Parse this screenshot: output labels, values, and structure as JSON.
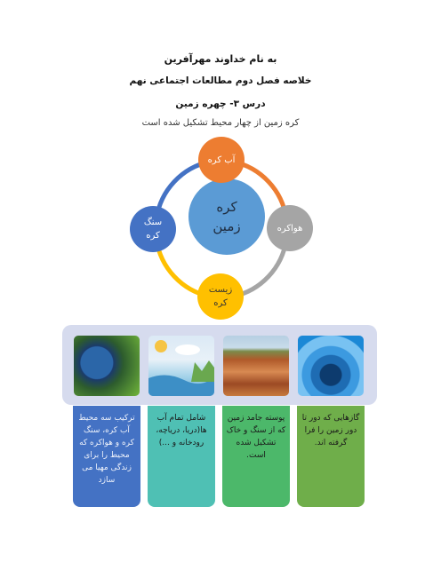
{
  "header": {
    "line1": "به نام خداوند مهرآفرین",
    "line2": "خلاصه فصل دوم مطالعات اجتماعی نهم",
    "line3": "درس ۳- چهره زمین",
    "line4": "کره زمین از چهار محیط تشکیل شده است"
  },
  "cycle": {
    "center": "کره زمین",
    "top": "آب کره",
    "right": "هواکره",
    "bottom": "زیست کره",
    "left": "سنگ کره",
    "colors": {
      "top": "#ed7d31",
      "right": "#a5a5a5",
      "bottom": "#ffc000",
      "left": "#4472c4",
      "center": "#5b9bd5"
    }
  },
  "cards": [
    {
      "photo": "earth-with-grass-image",
      "text": "ترکیب سه محیط آب کره، سنگ کره و هواکره که محیط را برای زندگی مهیا می سازد"
    },
    {
      "photo": "water-cycle-image",
      "text": "شامل تمام آب ها(دریا، دریاچه، رودخانه و ...)"
    },
    {
      "photo": "soil-layers-image",
      "text": "پوسته جامد زمین که از سنگ و خاک تشکیل شده است."
    },
    {
      "photo": "atmosphere-layers-image",
      "text": "گازهایی که دور تا دور زمین را فرا گرفته اند."
    }
  ]
}
